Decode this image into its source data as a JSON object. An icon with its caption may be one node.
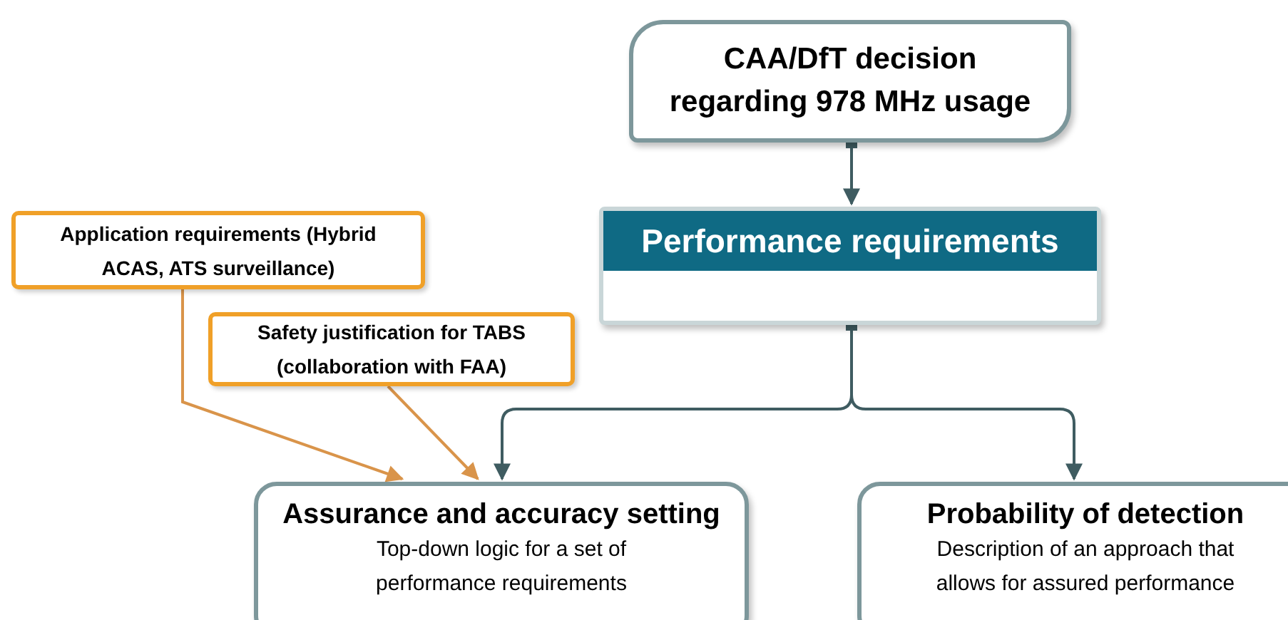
{
  "diagram": {
    "nodes": [
      {
        "text": [
          "CAA/DfT decision regarding 978 MHz usage"
        ]
      },
      {
        "text": [
          "Performance requirements"
        ]
      },
      {
        "text": [
          "Application requirements (Hybrid ACAS, ATS surveillance)"
        ]
      },
      {
        "text": [
          "Safety justification for TABS (collaboration with FAA)"
        ]
      },
      {
        "text": [
          "Assurance and accuracy setting",
          "Top-down logic for a set of performance requirements"
        ]
      },
      {
        "text": [
          "Probability of detection",
          "Description of an approach that allows for assured performance"
        ]
      }
    ],
    "edges": [
      {
        "from": 0,
        "to": 1,
        "arrow": "to"
      },
      {
        "from": 1,
        "to": 4,
        "arrow": "to"
      },
      {
        "from": 1,
        "to": 5,
        "arrow": "to"
      },
      {
        "from": 2,
        "to": 4,
        "arrow": "to",
        "color": "#d9944a"
      },
      {
        "from": 3,
        "to": 4,
        "arrow": "to",
        "color": "#d9944a"
      }
    ]
  }
}
